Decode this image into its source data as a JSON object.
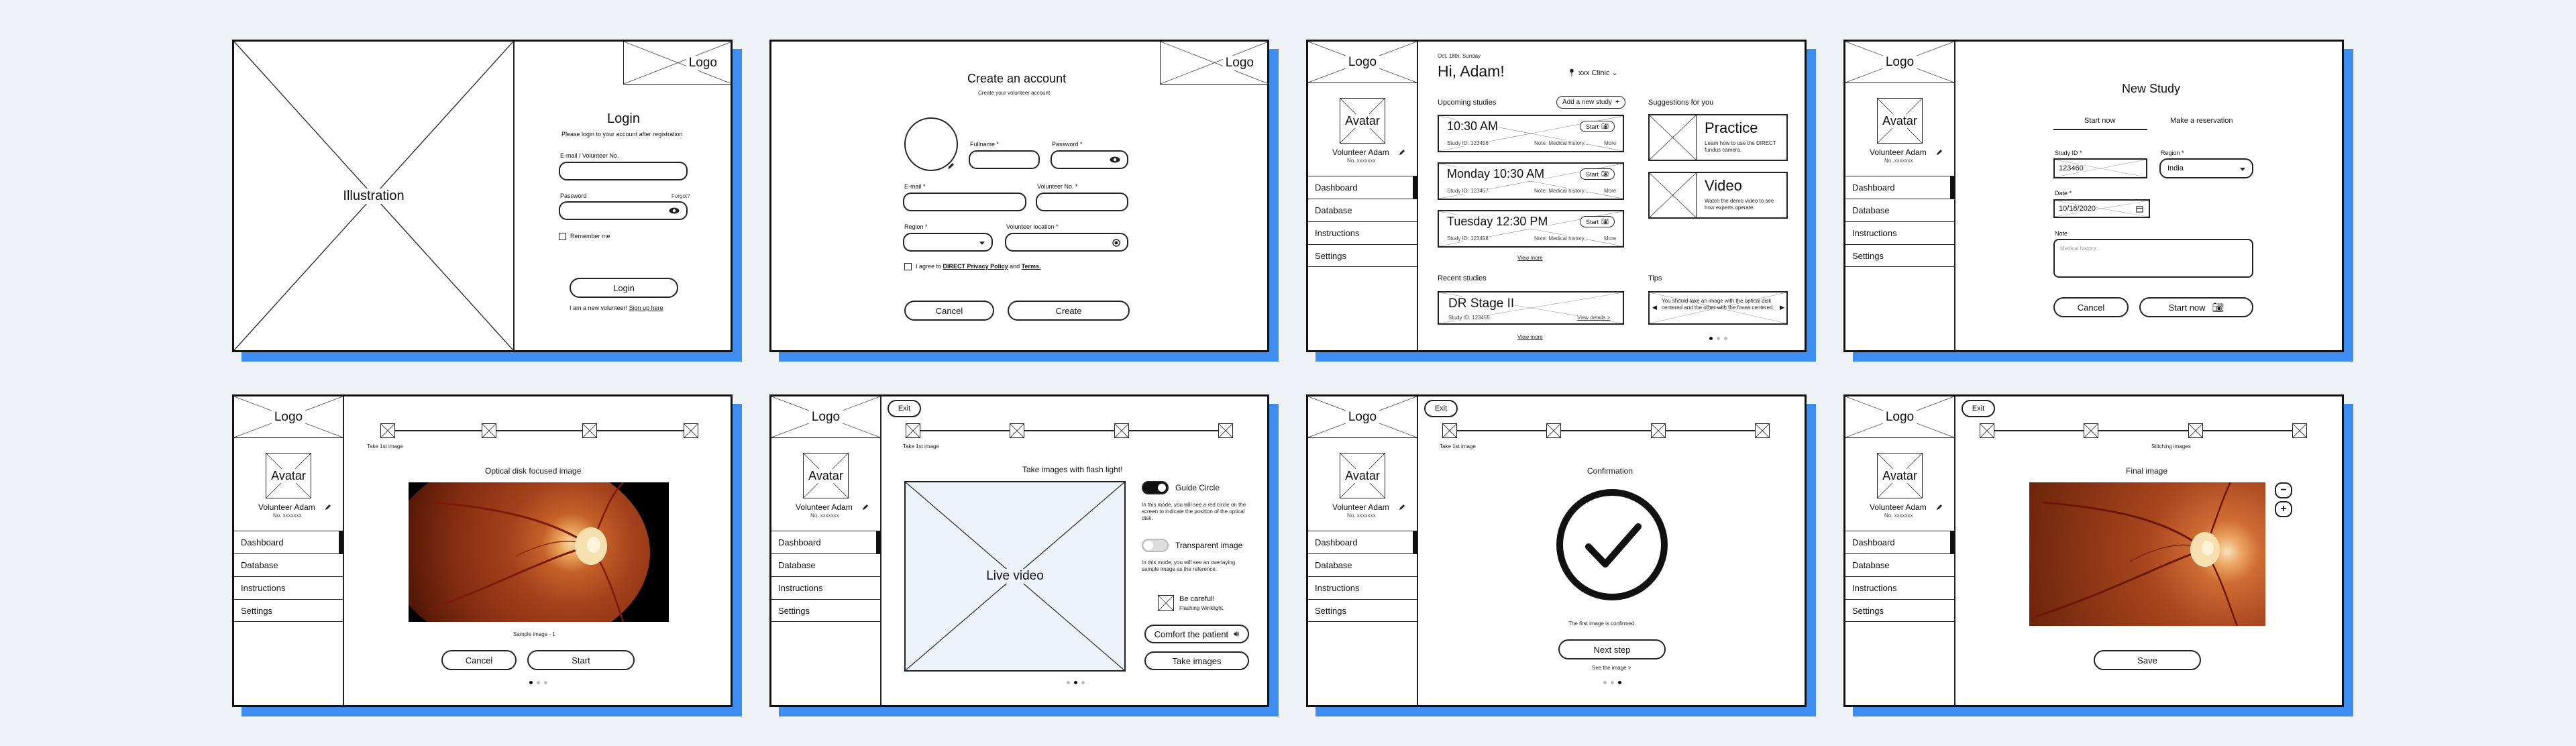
{
  "placeholders": {
    "logo": "Logo",
    "avatar": "Avatar",
    "illustration": "Illustration",
    "live_video": "Live video"
  },
  "user": {
    "name": "Volunteer Adam",
    "id": "No. xxxxxxx"
  },
  "sidebar": [
    "Dashboard",
    "Database",
    "Instructions",
    "Settings"
  ],
  "login": {
    "title": "Login",
    "subtitle": "Please login to your account after registration",
    "email_label": "E-mail / Volunteer No.",
    "password_label": "Password",
    "forgot": "Forgot?",
    "remember": "Remember me",
    "login_button": "Login",
    "new_prefix": "I am a new volunteer!",
    "signup": "Sign up here"
  },
  "create": {
    "title": "Create an account",
    "subtitle": "Create your volunteer account",
    "fullname": "Fullname *",
    "password": "Password *",
    "email": "E-mail *",
    "volunteer_no": "Volunteer No. *",
    "region": "Region *",
    "location": "Volunteer location *",
    "agree_prefix": "I agree to",
    "agree_link": "DIRECT Privacy Policy",
    "agree_and": "and",
    "agree_terms": "Terms.",
    "cancel": "Cancel",
    "create": "Create"
  },
  "dashboard": {
    "date": "Oct. 18th, Sunday",
    "greeting": "Hi, Adam!",
    "clinic": "xxx Clinic",
    "upcoming_title": "Upcoming studies",
    "add_study": "Add a new study",
    "upcoming": [
      {
        "time": "10:30 AM",
        "id": "Study ID: 123456",
        "note": "Note: Medical history...",
        "start": "Start",
        "more": "More"
      },
      {
        "time": "Monday 10:30 AM",
        "id": "Study ID: 123457",
        "note": "Note: Medical history...",
        "start": "Start",
        "more": "More"
      },
      {
        "time": "Tuesday 12:30 PM",
        "id": "Study ID: 123458",
        "note": "Note: Medical history...",
        "start": "Start",
        "more": "More"
      }
    ],
    "view_more": "View more",
    "recent_title": "Recent studies",
    "recent": {
      "name": "DR Stage II",
      "id": "Study ID: 123455",
      "details": "View details >"
    },
    "suggestions_title": "Suggestions for you",
    "practice": {
      "title": "Practice",
      "desc": "Learn how to use the DIRECT fundus camera."
    },
    "video": {
      "title": "Video",
      "desc": "Watch the demo video to see how experts operate."
    },
    "tips_title": "Tips",
    "tip": "You should take an image with the optical disk centered and the other with the fovea centered."
  },
  "new_study": {
    "title": "New Study",
    "tab_now": "Start now",
    "tab_reserve": "Make a reservation",
    "study_id_label": "Study ID *",
    "study_id_value": "123460",
    "region_label": "Region *",
    "region_value": "India",
    "date_label": "Date *",
    "date_value": "10/18/2020",
    "note_label": "Note",
    "note_placeholder": "Medical history...",
    "cancel": "Cancel",
    "start": "Start now"
  },
  "sample": {
    "step_label": "Take 1st image",
    "title": "Optical disk focused image",
    "caption": "Sample image - 1",
    "cancel": "Cancel",
    "start": "Start"
  },
  "live": {
    "exit": "Exit",
    "step_label": "Take 1st image",
    "title": "Take images with flash light!",
    "guide_title": "Guide Circle",
    "guide_desc": "In this mode, you will see a red circle on the screen to indicate the position of the optical disk.",
    "transparent_title": "Transparent image",
    "transparent_desc": "In this mode, you will see an overlaying sample image as the reference.",
    "careful_title": "Be careful!",
    "careful_desc": "Flashing Winklight.",
    "comfort": "Comfort the patient",
    "take": "Take images"
  },
  "confirm": {
    "exit": "Exit",
    "step_label": "Take 1st image",
    "title": "Confirmation",
    "message": "The first image is confirmed.",
    "next": "Next step",
    "see": "See the image >"
  },
  "final": {
    "exit": "Exit",
    "step_label": "Stitching images",
    "title": "Final image",
    "zoom_out": "−",
    "zoom_in": "+",
    "save": "Save"
  }
}
